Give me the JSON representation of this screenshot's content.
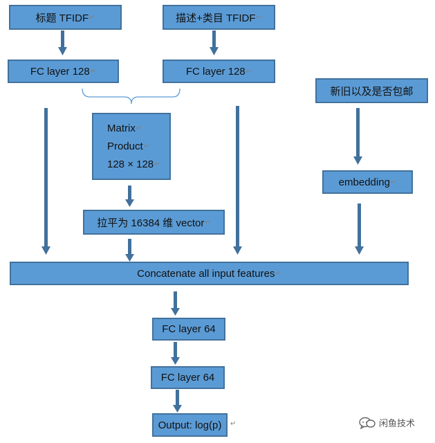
{
  "colors": {
    "box_fill": "#5b9bd5",
    "box_border": "#41719c",
    "arrow": "#41719c",
    "brace": "#5b9bd5"
  },
  "nodes": {
    "title_tfidf": "标题 TFIDF",
    "desc_tfidf": "描述+类目 TFIDF",
    "fc_left": "FC layer 128",
    "fc_right": "FC layer 128",
    "new_old_mail": "新旧以及是否包邮",
    "matrix_line1": "Matrix",
    "matrix_line2": "Product",
    "matrix_line3": "128 × 128",
    "flatten": "拉平为 16384 维 vector",
    "embedding": "embedding",
    "concat": "Concatenate all input features",
    "fc64_a": "FC layer 64",
    "fc64_b": "FC layer 64",
    "output": "Output: log(p)"
  },
  "paragraph_mark": "↵",
  "watermark": {
    "icon": "chat-bubble-icon",
    "text": "闲鱼技术"
  }
}
